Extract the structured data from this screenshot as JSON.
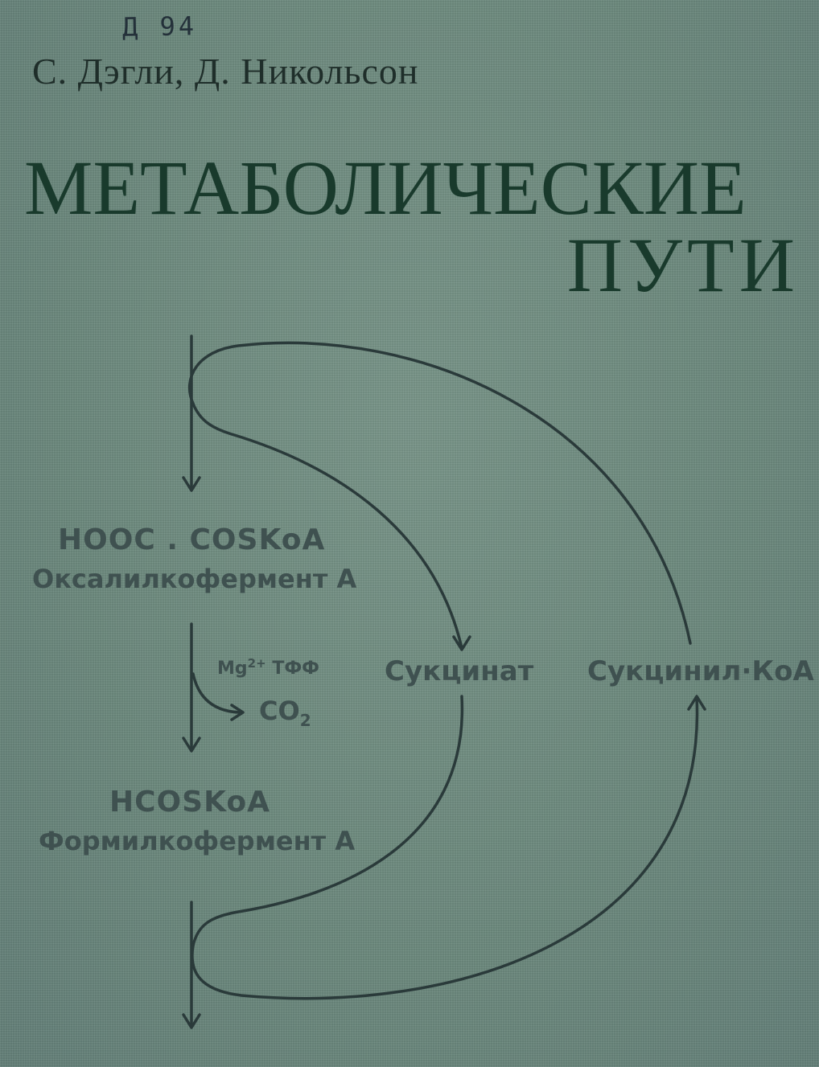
{
  "cover": {
    "handwritten_mark": "Д 94",
    "authors": "С. Дэгли, Д. Никольсон",
    "title_line_1": "МЕТАБОЛИЧЕСКИЕ",
    "title_line_2": "ПУТИ",
    "background_color": "#6f8c80",
    "title_color": "#193a2c"
  },
  "scheme": {
    "compound_1_formula": "HOOC . COSKoA",
    "compound_1_name": "Оксалилкофермент А",
    "cofactor_base": "Mg",
    "cofactor_charge": "2+",
    "cofactor_rest": "ТФФ",
    "byproduct_base": "CO",
    "byproduct_subscript": "2",
    "succinate": "Сукцинат",
    "succinyl_coa": "Сукцинил·КоА",
    "compound_2_formula": "HCOSKoA",
    "compound_2_name": "Формилкофермент А"
  }
}
